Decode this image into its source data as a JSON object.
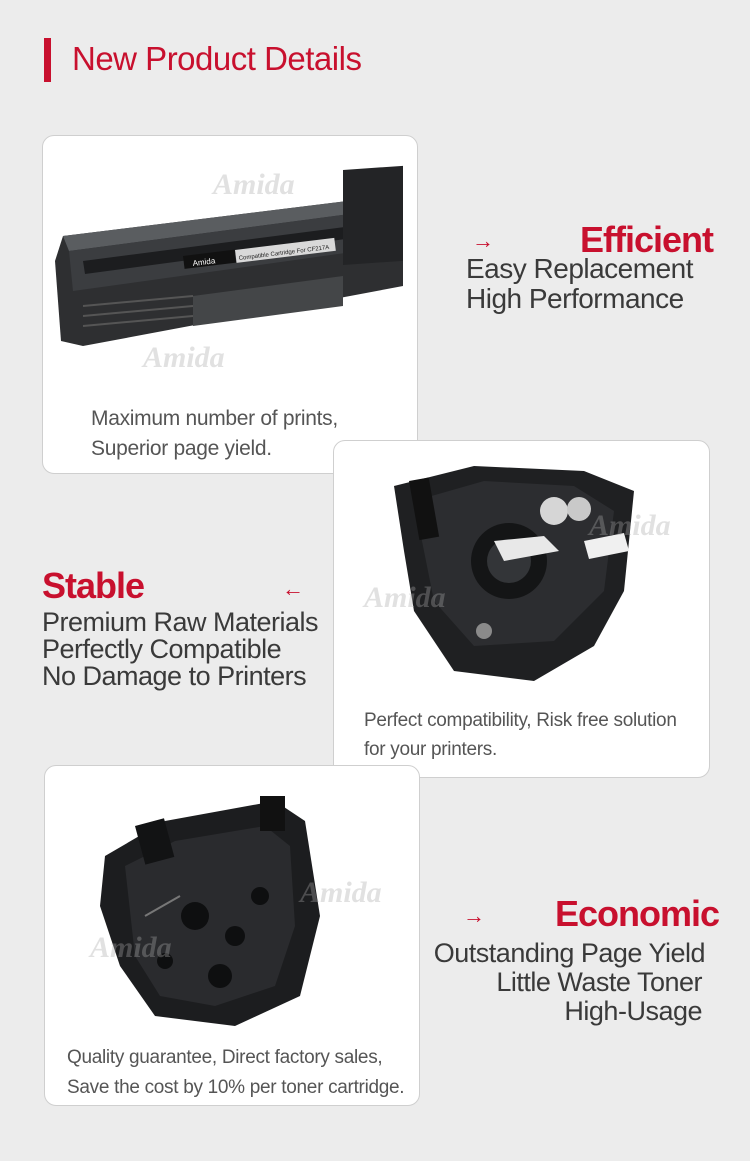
{
  "header": {
    "title": "New Product Details"
  },
  "watermark": "Amida",
  "sections": {
    "efficient": {
      "title": "Efficient",
      "lines": [
        "Easy Replacement",
        "High Performance"
      ],
      "caption": [
        "Maximum number of prints,",
        "Superior page yield."
      ],
      "product_label": "Amida",
      "product_label_text": "Compatible Cartridge For CF217A"
    },
    "stable": {
      "title": "Stable",
      "lines": [
        "Premium Raw Materials",
        "Perfectly Compatible",
        "No Damage to Printers"
      ],
      "caption": [
        "Perfect compatibility, Risk free solution",
        "for your printers."
      ]
    },
    "economic": {
      "title": "Economic",
      "lines": [
        "Outstanding Page Yield",
        "Little Waste Toner",
        "High-Usage"
      ],
      "caption": [
        "Quality guarantee, Direct factory sales,",
        "Save the cost by 10% per toner cartridge."
      ]
    }
  },
  "colors": {
    "accent": "#c8102e",
    "card": "#ffffff",
    "background": "#ececec"
  },
  "icons": {
    "arrow_right": "→",
    "arrow_left": "←"
  }
}
